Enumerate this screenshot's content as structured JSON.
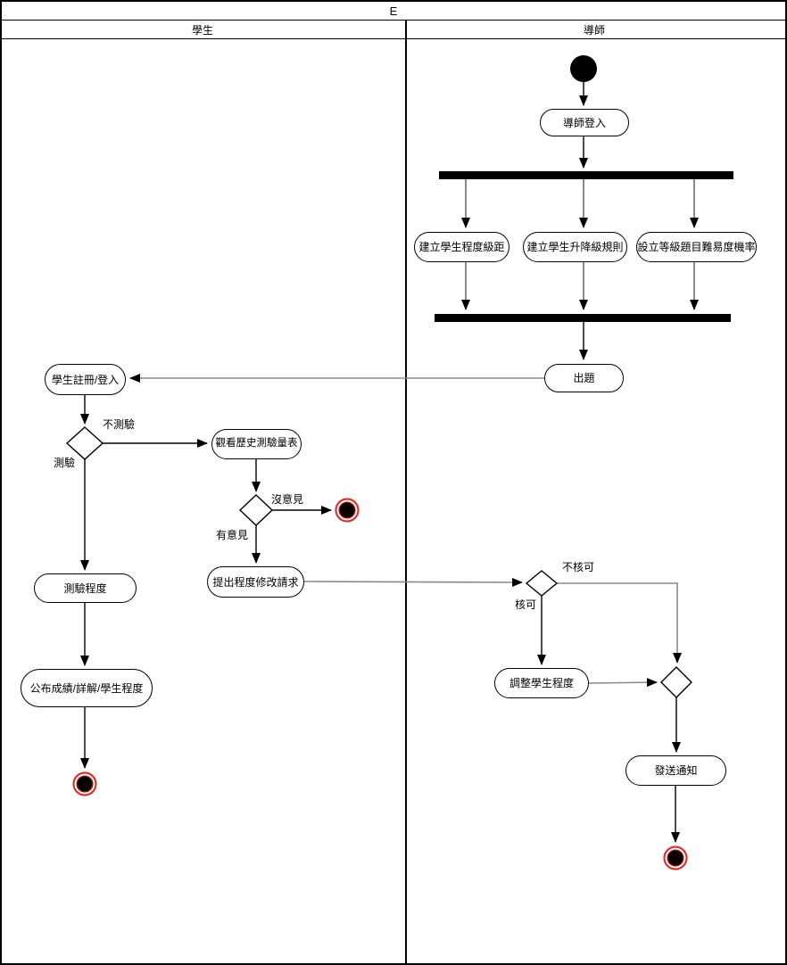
{
  "title": "E",
  "lanes": [
    {
      "label": "學生"
    },
    {
      "label": "導師"
    }
  ],
  "nodes": {
    "tutor_login": "導師登入",
    "act_level_range": "建立學生程度級距",
    "act_promotion_rules": "建立學生升降級規則",
    "act_difficulty_prob": "設立等級題目難易度機率",
    "create_questions": "出題",
    "student_register": "學生註冊/登入",
    "view_history": "觀看歷史測驗量表",
    "request_modify": "提出程度修改請求",
    "test_level": "測驗程度",
    "publish_results": "公布成績/詳解/學生程度",
    "adjust_level": "調整學生程度",
    "send_notification": "發送通知"
  },
  "edge_labels": {
    "no_test": "不測驗",
    "test": "測驗",
    "no_opinion": "沒意見",
    "has_opinion": "有意見",
    "not_approved": "不核可",
    "approved": "核可"
  },
  "colors": {
    "node_stroke": "#000000",
    "bar_fill": "#000000",
    "connector_black": "#000000",
    "connector_gray": "#8a8a8a",
    "end_node_ring": "#d5352e",
    "end_node_fill": "#0a0000"
  }
}
